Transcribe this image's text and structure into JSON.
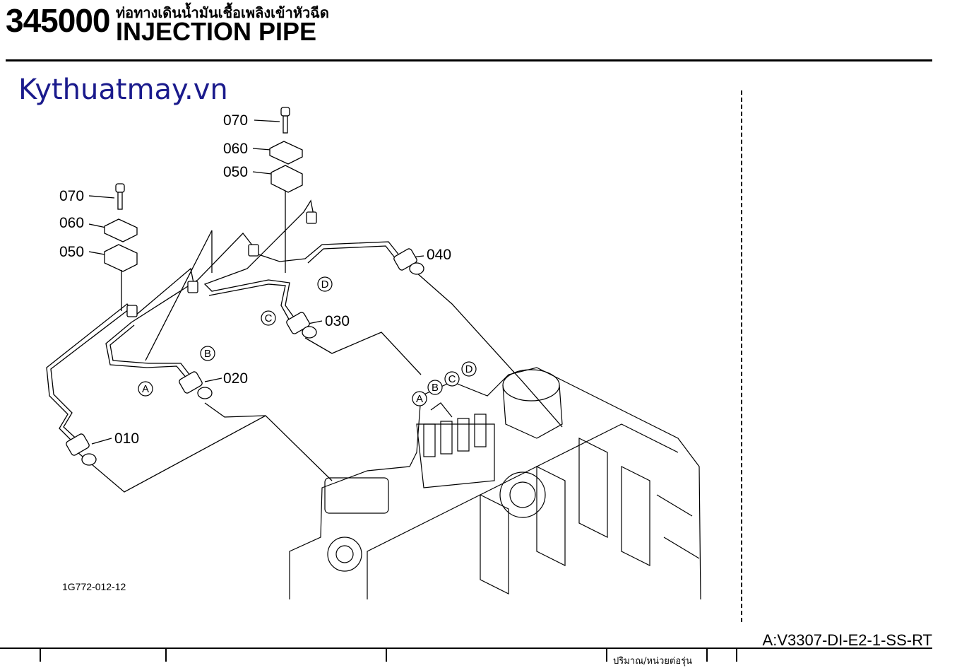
{
  "header": {
    "page_number": "345000",
    "title_thai": "ท่อทางเดินน้ำมันเชื้อเพลิงเข้าหัวฉีด",
    "title_en": "INJECTION PIPE"
  },
  "watermark": "Kythuatmay.vn",
  "drawing_code": "1G772-012-12",
  "model_code": "A:V3307-DI-E2-1-SS-RT",
  "part_labels": {
    "p070a": "070",
    "p060a": "060",
    "p050a": "050",
    "p070b": "070",
    "p060b": "060",
    "p050b": "050",
    "p040": "040",
    "p030": "030",
    "p020": "020",
    "p010": "010"
  },
  "callouts": {
    "a1": "A",
    "b1": "B",
    "c1": "C",
    "d1": "D",
    "a2": "A",
    "b2": "B",
    "c2": "C",
    "d2": "D"
  },
  "table": {
    "col_label": "ปริมาณ/หน่วยต่อรุ่น"
  }
}
